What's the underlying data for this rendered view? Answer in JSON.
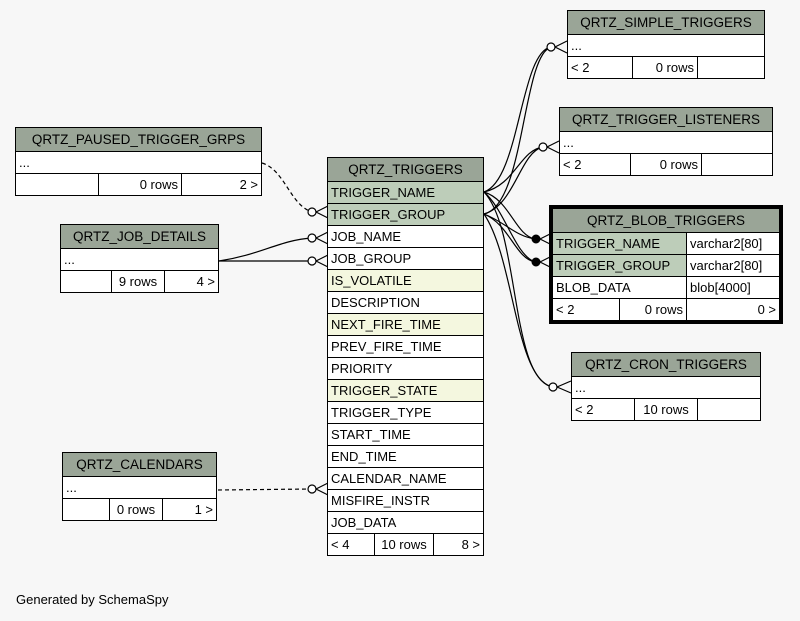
{
  "tables": {
    "triggers": {
      "name": "QRTZ_TRIGGERS",
      "columns": [
        "TRIGGER_NAME",
        "TRIGGER_GROUP",
        "JOB_NAME",
        "JOB_GROUP",
        "IS_VOLATILE",
        "DESCRIPTION",
        "NEXT_FIRE_TIME",
        "PREV_FIRE_TIME",
        "PRIORITY",
        "TRIGGER_STATE",
        "TRIGGER_TYPE",
        "START_TIME",
        "END_TIME",
        "CALENDAR_NAME",
        "MISFIRE_INSTR",
        "JOB_DATA"
      ],
      "footer": {
        "parents": "< 4",
        "rows": "10 rows",
        "children": "8 >"
      }
    },
    "paused": {
      "name": "QRTZ_PAUSED_TRIGGER_GRPS",
      "body": "...",
      "footer": {
        "parents": "",
        "rows": "0 rows",
        "children": "2 >"
      }
    },
    "job_details": {
      "name": "QRTZ_JOB_DETAILS",
      "body": "...",
      "footer": {
        "parents": "",
        "rows": "9 rows",
        "children": "4 >"
      }
    },
    "calendars": {
      "name": "QRTZ_CALENDARS",
      "body": "...",
      "footer": {
        "parents": "",
        "rows": "0 rows",
        "children": "1 >"
      }
    },
    "simple": {
      "name": "QRTZ_SIMPLE_TRIGGERS",
      "body": "...",
      "footer": {
        "parents": "< 2",
        "rows": "0 rows",
        "children": ""
      }
    },
    "listeners": {
      "name": "QRTZ_TRIGGER_LISTENERS",
      "body": "...",
      "footer": {
        "parents": "< 2",
        "rows": "0 rows",
        "children": ""
      }
    },
    "blob": {
      "name": "QRTZ_BLOB_TRIGGERS",
      "columns": [
        {
          "name": "TRIGGER_NAME",
          "type": "varchar2[80]"
        },
        {
          "name": "TRIGGER_GROUP",
          "type": "varchar2[80]"
        },
        {
          "name": "BLOB_DATA",
          "type": "blob[4000]"
        }
      ],
      "footer": {
        "parents": "< 2",
        "rows": "0 rows",
        "children": "0 >"
      }
    },
    "cron": {
      "name": "QRTZ_CRON_TRIGGERS",
      "body": "...",
      "footer": {
        "parents": "< 2",
        "rows": "10 rows",
        "children": ""
      }
    }
  },
  "footer_text": "Generated by SchemaSpy",
  "colors": {
    "header": "#9aa597",
    "key_column": "#bdcdb9",
    "indexed_column": "#f4f7df",
    "background": "#f7f7f7"
  }
}
